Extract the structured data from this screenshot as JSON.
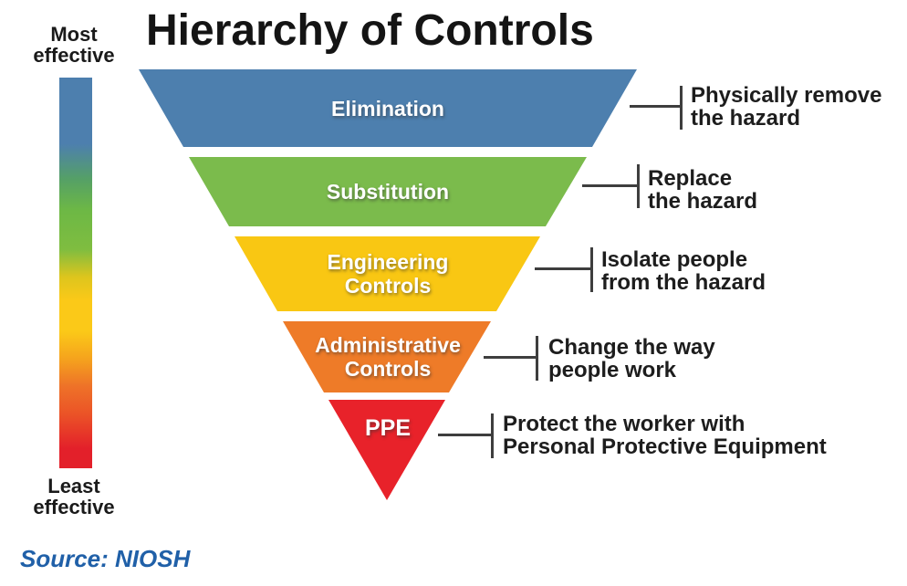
{
  "title": "Hierarchy of Controls",
  "scale": {
    "top_label": "Most effective",
    "bottom_label": "Least effective",
    "gradient_colors": [
      "#4d7fae",
      "#6db845",
      "#fbc918",
      "#ee7228",
      "#e3202a"
    ]
  },
  "levels": [
    {
      "name": "Elimination",
      "color": "#4d7fae",
      "annotation_lines": [
        "Physically remove",
        "the hazard"
      ]
    },
    {
      "name": "Substitution",
      "color": "#7bbb4c",
      "annotation_lines": [
        "Replace",
        "the hazard"
      ]
    },
    {
      "name": "Engineering Controls",
      "name_lines": [
        "Engineering",
        "Controls"
      ],
      "color": "#f9c713",
      "annotation_lines": [
        "Isolate people",
        "from the hazard"
      ]
    },
    {
      "name": "Administrative Controls",
      "name_lines": [
        "Administrative",
        "Controls"
      ],
      "color": "#ee7b28",
      "annotation_lines": [
        "Change the way",
        "people work"
      ]
    },
    {
      "name": "PPE",
      "color": "#e8222a",
      "annotation_lines": [
        "Protect the worker with",
        "Personal Protective Equipment"
      ]
    }
  ],
  "source": "Source: NIOSH"
}
